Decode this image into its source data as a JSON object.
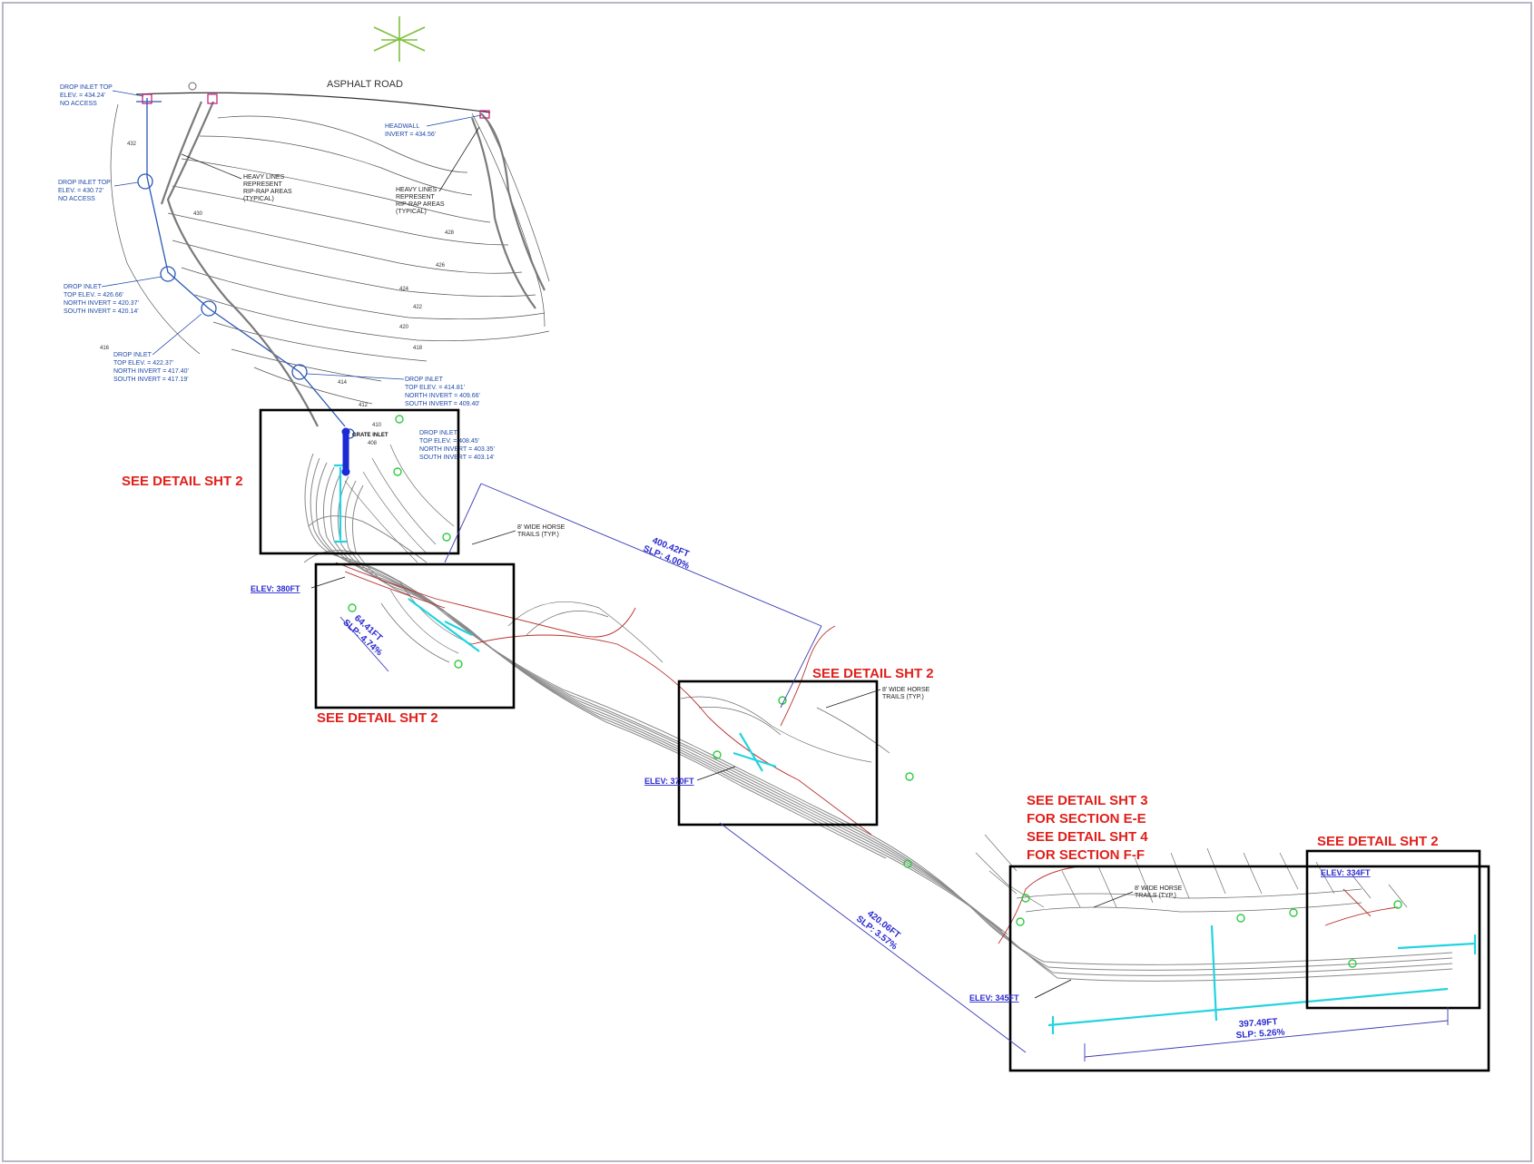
{
  "road_label": "ASPHALT ROAD",
  "colors": {
    "callout_red": "#e0201b",
    "dim_blue": "#2a2ad0",
    "note_blue": "#1f4aa8",
    "pipe_cyan": "#22d3e0",
    "tree_green": "#2ecc40",
    "trail_red": "#b9302e",
    "cut_gray": "#8a8a8a"
  },
  "north_arrow_icon": "compass-star-icon",
  "upper_notes": [
    {
      "lines": [
        "DROP INLET TOP",
        "ELEV. = 434.24'",
        "NO ACCESS"
      ]
    },
    {
      "lines": [
        "DROP INLET TOP",
        "ELEV. = 430.72'",
        "NO ACCESS"
      ]
    },
    {
      "lines": [
        "DROP INLET",
        "TOP ELEV. = 426.66'",
        "NORTH INVERT = 420.37'",
        "SOUTH INVERT = 420.14'"
      ]
    },
    {
      "lines": [
        "DROP INLET",
        "TOP ELEV. = 422.37'",
        "NORTH INVERT = 417.40'",
        "SOUTH INVERT = 417.19'"
      ]
    },
    {
      "lines": [
        "DROP INLET",
        "TOP ELEV. = 414.81'",
        "NORTH INVERT = 409.66'",
        "SOUTH INVERT = 409.40'"
      ]
    },
    {
      "lines": [
        "DROP INLET",
        "TOP ELEV. = 408.45'",
        "NORTH INVERT = 403.35'",
        "SOUTH INVERT = 403.14'"
      ]
    },
    {
      "lines": [
        "HEADWALL",
        "INVERT = 434.56'"
      ]
    }
  ],
  "riprap_notes": [
    {
      "lines": [
        "HEAVY LINES",
        "REPRESENT",
        "RIP-RAP AREAS",
        "(TYPICAL)"
      ]
    },
    {
      "lines": [
        "HEAVY LINES",
        "REPRESENT",
        "RIP-RAP AREAS",
        "(TYPICAL)"
      ]
    }
  ],
  "grate_inlet": "GRATE INLET",
  "trail_notes": [
    "8' WIDE HORSE",
    "TRAILS (TYP.)"
  ],
  "callouts": {
    "c1": "SEE DETAIL SHT 2",
    "c2": "SEE DETAIL SHT 2",
    "c3": "SEE DETAIL SHT 2",
    "c4": [
      "SEE DETAIL SHT 3",
      "FOR SECTION E-E",
      "SEE DETAIL SHT 4",
      "FOR SECTION F-F"
    ],
    "c5": "SEE DETAIL SHT 2"
  },
  "elevations": {
    "e1": "ELEV: 380FT",
    "e2": "ELEV: 370FT",
    "e3": "ELEV: 345FT",
    "e4": "ELEV: 334FT"
  },
  "dimensions": {
    "d1": [
      "400.42FT",
      "SLP: 4.00%"
    ],
    "d2": [
      "64.41FT",
      "SLP: 4.74%"
    ],
    "d3": [
      "420.06FT",
      "SLP: 3.57%"
    ],
    "d4": [
      "397.49FT",
      "SLP: 5.26%"
    ]
  },
  "contour_labels": [
    "432",
    "430",
    "428",
    "426",
    "424",
    "422",
    "420",
    "418",
    "416",
    "414",
    "412",
    "410",
    "408"
  ]
}
